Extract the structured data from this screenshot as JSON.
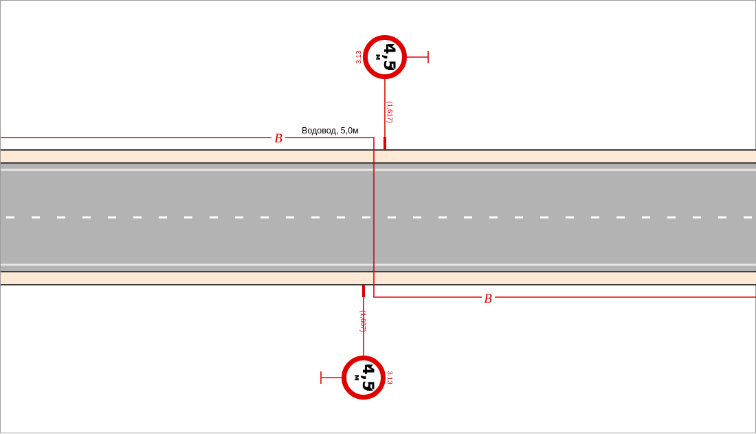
{
  "colors": {
    "paper": "#ffffff",
    "border": "#9a9a9a",
    "road_surface": "#b3b3b3",
    "sidewalk": "#fde9d5",
    "edge_line": "#e6e6e6",
    "lane_dash": "#ffffff",
    "outline": "#000000",
    "utility_line": "#e00000",
    "sign_ring": "#e00000",
    "sign_text": "#000000"
  },
  "utility": {
    "label": "Водовод, 5,0м",
    "marker_left": "B",
    "marker_right": "B"
  },
  "signs": {
    "top": {
      "code": "3.13",
      "value": "4,5",
      "unit": "м",
      "offset": "(1,617)"
    },
    "bottom": {
      "code": "3.13",
      "value": "4,5",
      "unit": "м",
      "offset": "(1,607)"
    }
  }
}
